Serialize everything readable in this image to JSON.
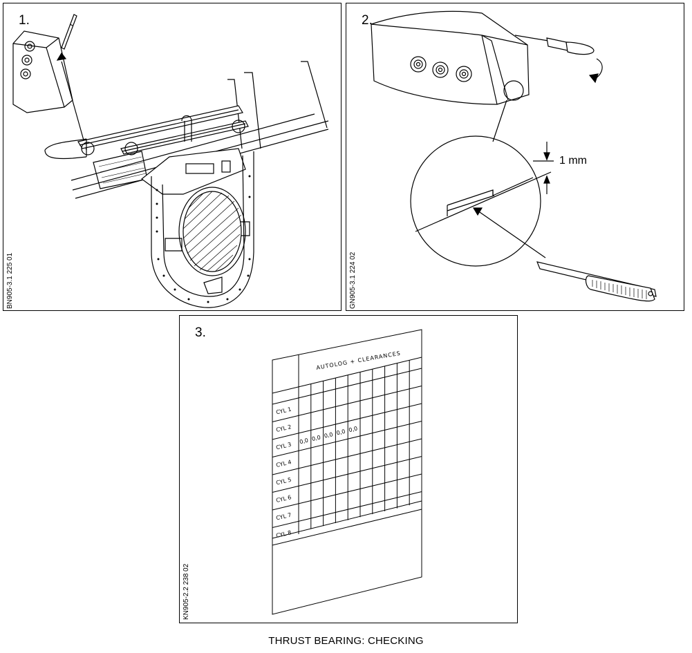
{
  "panels": [
    {
      "number": "1.",
      "code": "BN905-3.1 225 01"
    },
    {
      "number": "2.",
      "code": "GN905-3.1 224 02"
    },
    {
      "number": "3.",
      "code": "KN905-2.2 238 02"
    }
  ],
  "dimension_label": "1 mm",
  "sheet": {
    "header": "AUTOLOG + CLEARANCES",
    "rows": [
      "CYL 1",
      "CYL 2",
      "CYL 3",
      "CYL 4",
      "CYL 5",
      "CYL 6",
      "CYL 7",
      "CYL 8"
    ],
    "cyl3_values": [
      "0,0",
      "0,0",
      "0,0",
      "0,0",
      "0,0"
    ]
  },
  "caption": "THRUST BEARING: CHECKING"
}
